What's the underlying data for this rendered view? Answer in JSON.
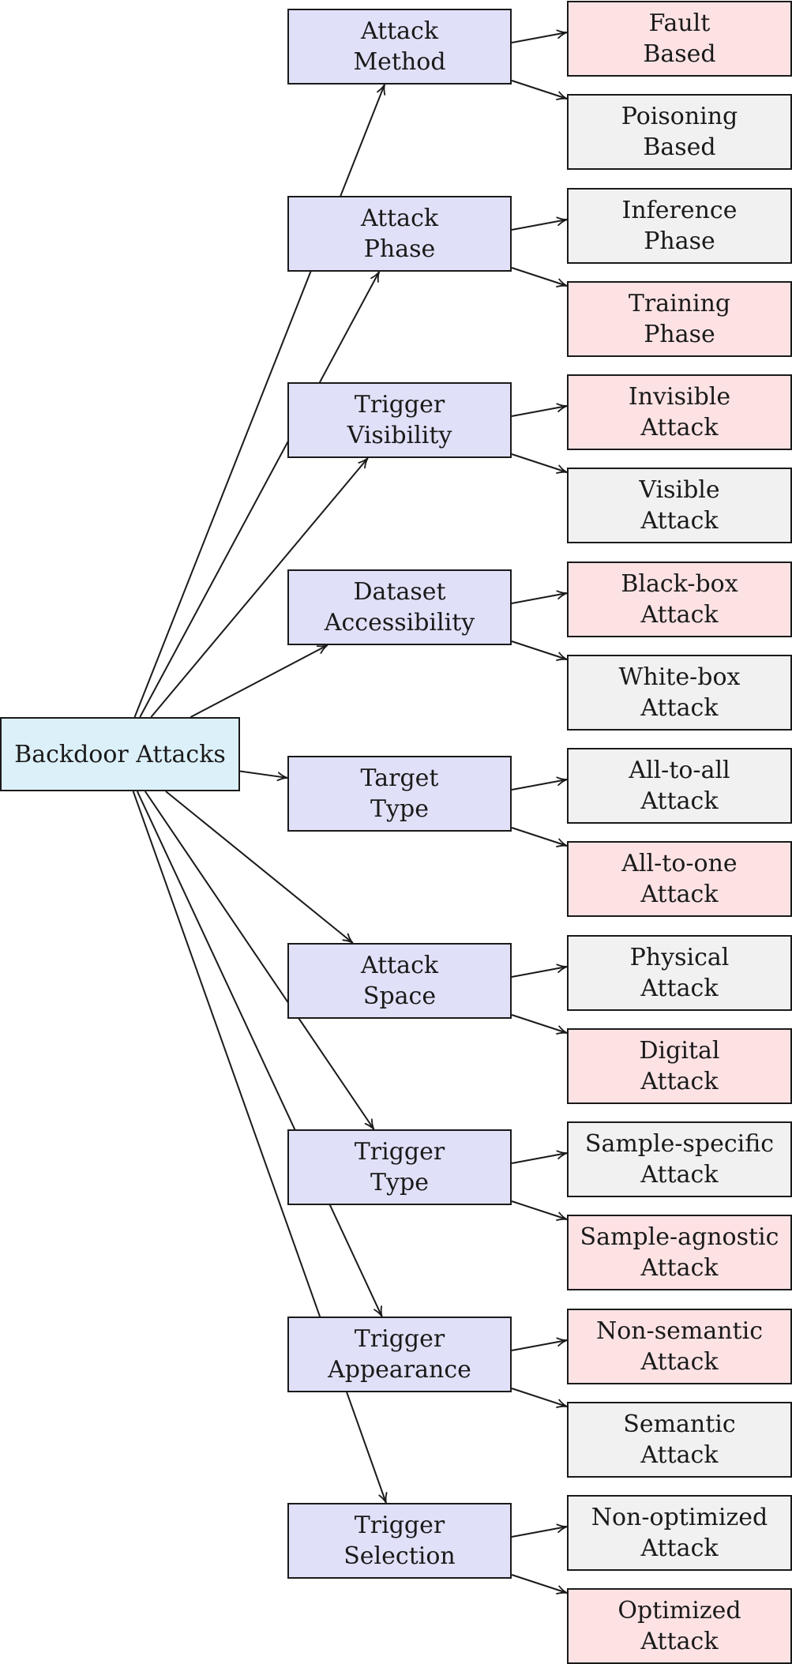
{
  "colors": {
    "root_fill": "#dcf0fa",
    "category_fill": "#e0e0f8",
    "pink_fill": "#fde2e4",
    "gray_fill": "#f1f1f1",
    "edge": "#1a1a1a"
  },
  "root": {
    "label": "Backdoor Attacks"
  },
  "categories": [
    {
      "label": "Attack\nMethod",
      "leaves": [
        {
          "label": "Fault\nBased",
          "tone": "pink"
        },
        {
          "label": "Poisoning\nBased",
          "tone": "gray"
        }
      ]
    },
    {
      "label": "Attack\nPhase",
      "leaves": [
        {
          "label": "Inference\nPhase",
          "tone": "gray"
        },
        {
          "label": "Training\nPhase",
          "tone": "pink"
        }
      ]
    },
    {
      "label": "Trigger\nVisibility",
      "leaves": [
        {
          "label": "Invisible\nAttack",
          "tone": "pink"
        },
        {
          "label": "Visible\nAttack",
          "tone": "gray"
        }
      ]
    },
    {
      "label": "Dataset\nAccessibility",
      "leaves": [
        {
          "label": "Black-box\nAttack",
          "tone": "pink"
        },
        {
          "label": "White-box\nAttack",
          "tone": "gray"
        }
      ]
    },
    {
      "label": "Target\nType",
      "leaves": [
        {
          "label": "All-to-all\nAttack",
          "tone": "gray"
        },
        {
          "label": "All-to-one\nAttack",
          "tone": "pink"
        }
      ]
    },
    {
      "label": "Attack\nSpace",
      "leaves": [
        {
          "label": "Physical\nAttack",
          "tone": "gray"
        },
        {
          "label": "Digital\nAttack",
          "tone": "pink"
        }
      ]
    },
    {
      "label": "Trigger\nType",
      "leaves": [
        {
          "label": "Sample-specific\nAttack",
          "tone": "gray"
        },
        {
          "label": "Sample-agnostic\nAttack",
          "tone": "pink"
        }
      ]
    },
    {
      "label": "Trigger\nAppearance",
      "leaves": [
        {
          "label": "Non-semantic\nAttack",
          "tone": "pink"
        },
        {
          "label": "Semantic\nAttack",
          "tone": "gray"
        }
      ]
    },
    {
      "label": "Trigger\nSelection",
      "leaves": [
        {
          "label": "Non-optimized\nAttack",
          "tone": "gray"
        },
        {
          "label": "Optimized\nAttack",
          "tone": "pink"
        }
      ]
    }
  ]
}
